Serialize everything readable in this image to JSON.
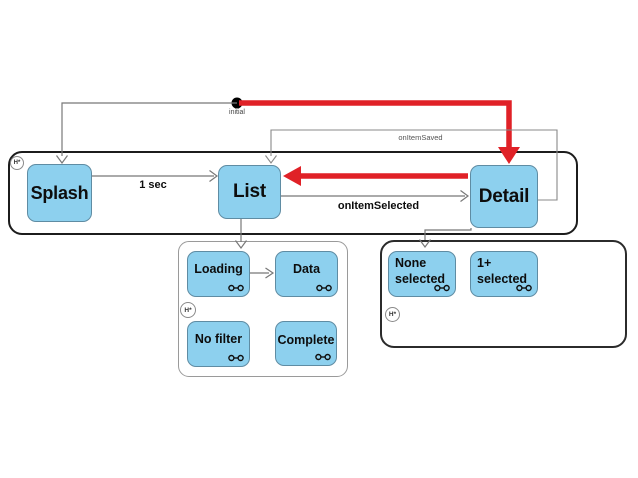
{
  "diagram": {
    "kind": "uml-statechart",
    "colors": {
      "state_fill": "#8dd0ee",
      "state_border": "#5f8ca3",
      "red_arrow": "#e02127",
      "connector_gray": "#787878",
      "region_border": "#1c1c1c"
    }
  },
  "main_region": {
    "history": "H*",
    "states": {
      "splash": {
        "label": "Splash"
      },
      "list": {
        "label": "List"
      },
      "detail": {
        "label": "Detail"
      }
    }
  },
  "transitions": {
    "initial": {
      "label": "initial"
    },
    "splash_to_list": {
      "label": "1 sec"
    },
    "list_to_detail": {
      "label": "onItemSelected"
    },
    "detail_to_list": {
      "label": "onItemSaved"
    }
  },
  "list_submachine": {
    "history": "H*",
    "states": {
      "loading": {
        "label": "Loading"
      },
      "data": {
        "label": "Data"
      },
      "no_filter": {
        "label": "No filter"
      },
      "complete": {
        "label": "Complete"
      }
    }
  },
  "detail_submachine": {
    "history": "H*",
    "states": {
      "none_selected": {
        "label": "None selected"
      },
      "one_plus_selected": {
        "label": "1+ selected"
      }
    }
  }
}
